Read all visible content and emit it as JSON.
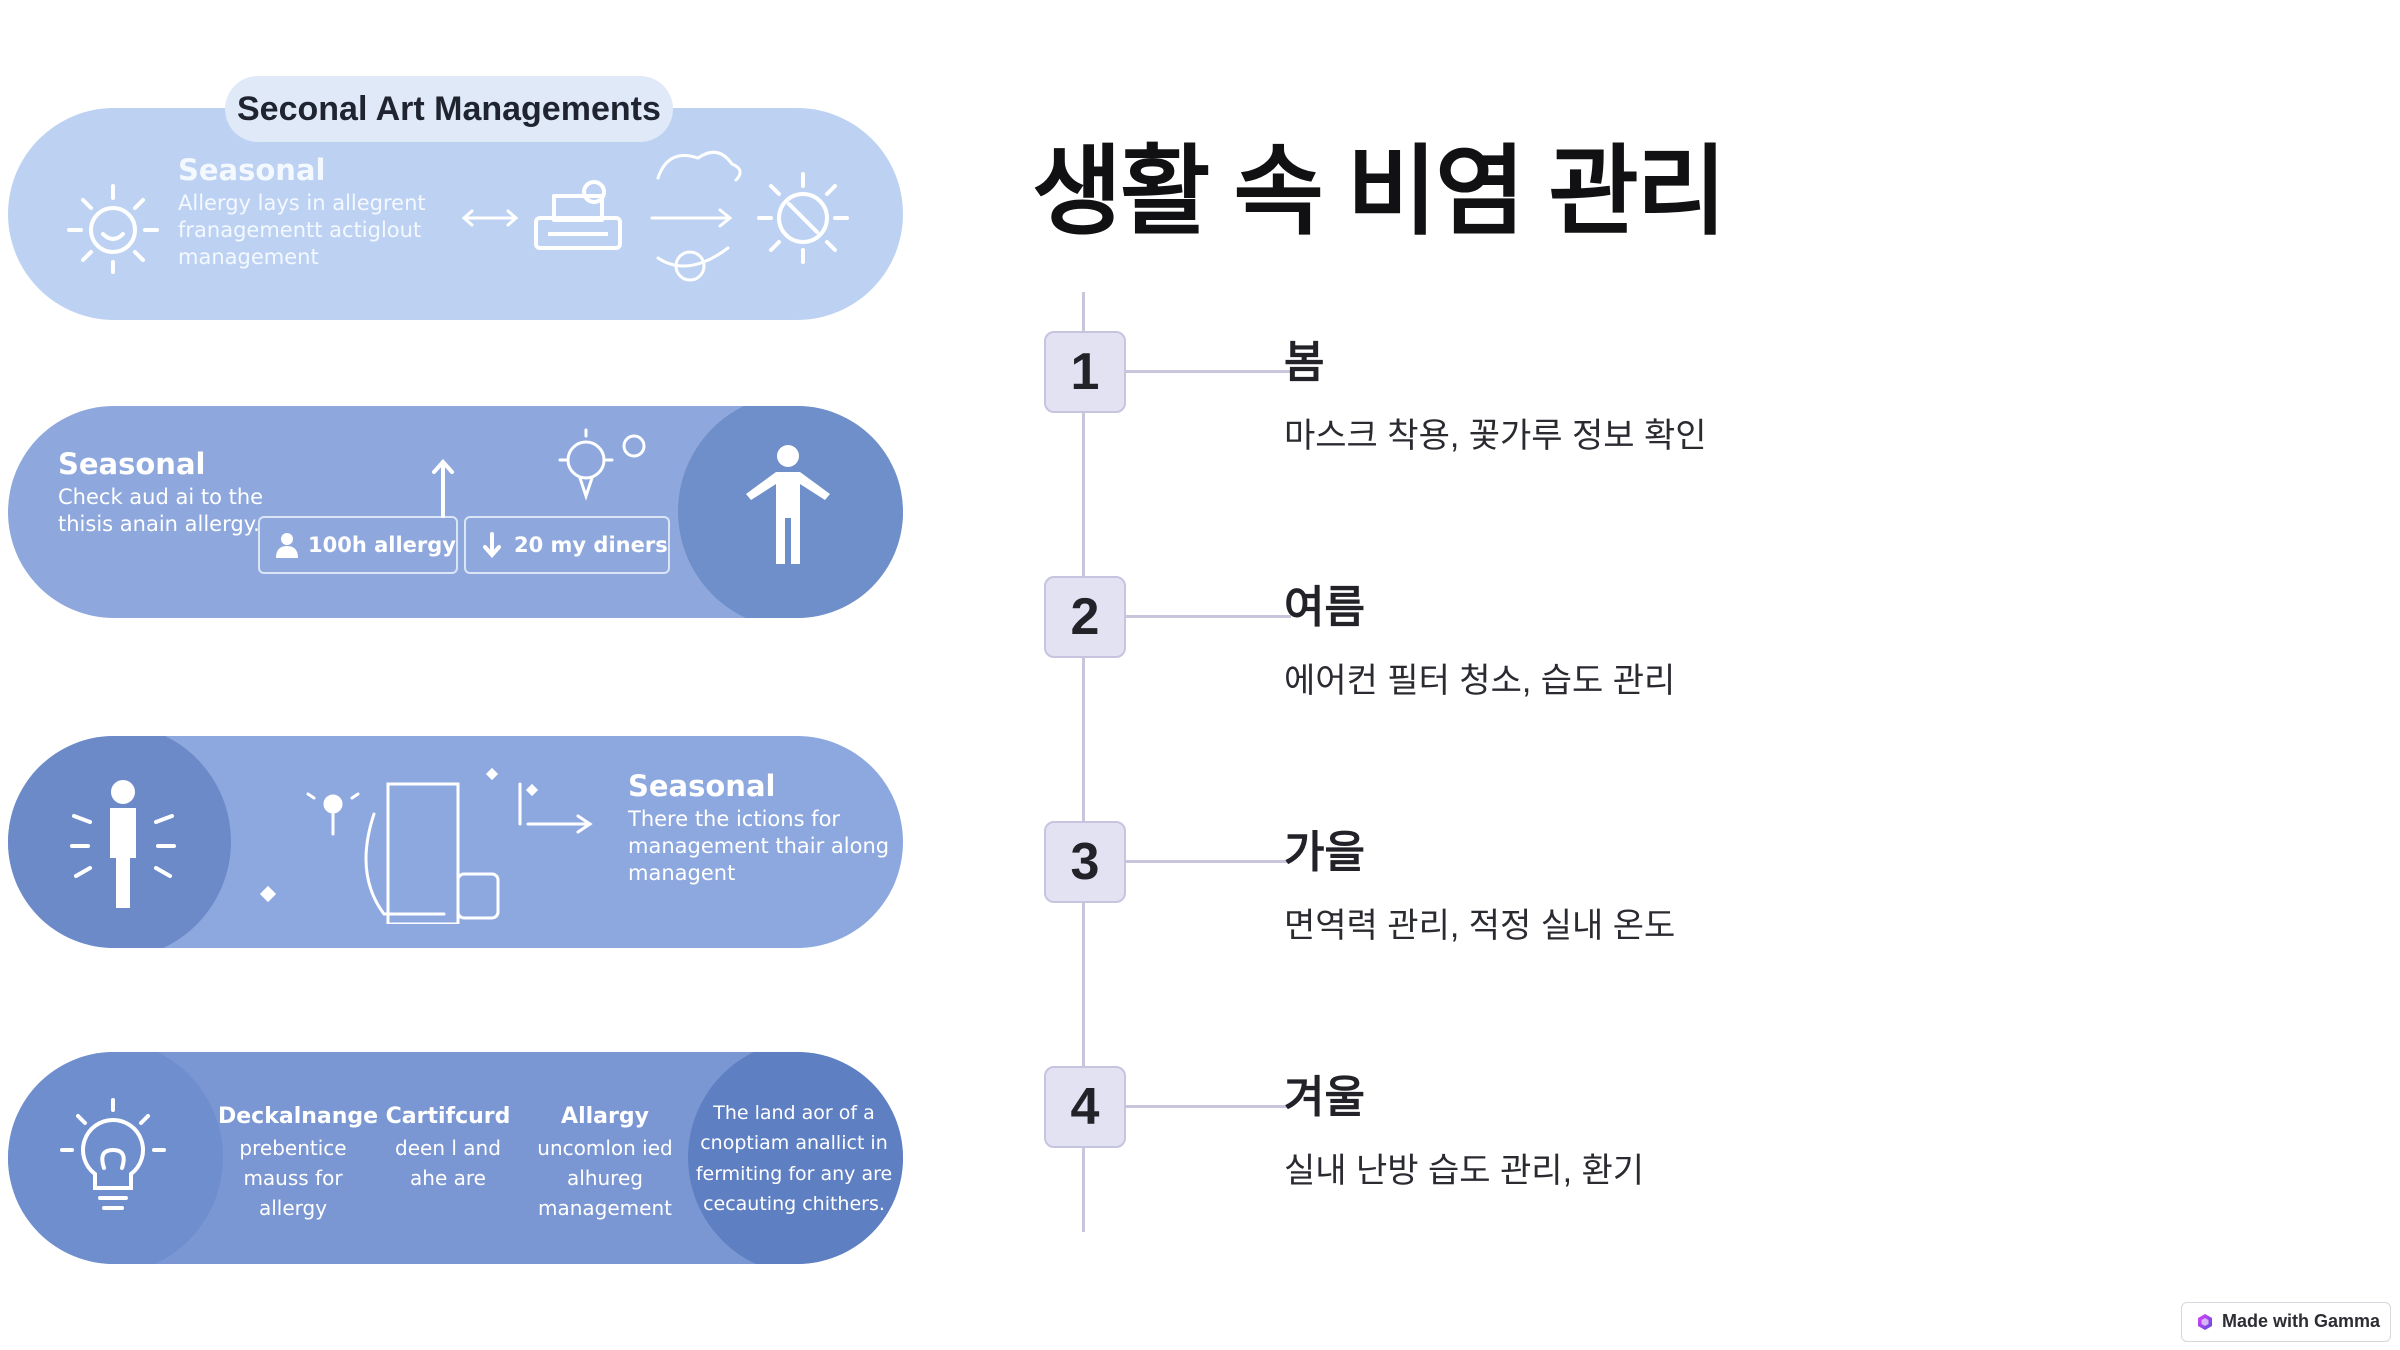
{
  "slide": {
    "title": "생활 속 비염 관리",
    "steps": [
      {
        "number": "1",
        "season": "봄",
        "description": "마스크 착용, 꽃가루 정보 확인"
      },
      {
        "number": "2",
        "season": "여름",
        "description": "에어컨 필터 청소, 습도 관리"
      },
      {
        "number": "3",
        "season": "가을",
        "description": "면역력 관리, 적정 실내 온도"
      },
      {
        "number": "4",
        "season": "겨울",
        "description": "실내 난방 습도 관리, 환기"
      }
    ]
  },
  "illustration": {
    "title": "Seconal Art Managements",
    "panel1": {
      "heading": "Seasonal",
      "lines": [
        "Allergy lays in allegrent",
        "franagementt actiglout",
        "management"
      ]
    },
    "panel2": {
      "heading": "Seasonal",
      "lines": [
        "Check aud ai to the",
        "thisis anain allergy."
      ],
      "chips": [
        "100h allergy",
        "20 my diners"
      ]
    },
    "panel3": {
      "heading": "Seasonal",
      "lines": [
        "There the ictions for",
        "management thair along",
        "managent"
      ]
    },
    "panel4": {
      "columns": [
        {
          "heading": "Deckalnange",
          "lines": [
            "prebentice",
            "mauss for",
            "allergy"
          ]
        },
        {
          "heading": "Cartifcurd",
          "lines": [
            "deen l and",
            "ahe are"
          ]
        },
        {
          "heading": "Allargy",
          "lines": [
            "uncomlon ied",
            "alhureg",
            "management"
          ]
        }
      ],
      "side_lines": [
        "The land aor of a",
        "cnoptiam anallict in",
        "fermiting for any are",
        "cecauting chithers."
      ]
    }
  },
  "badge": {
    "label": "Made with Gamma"
  },
  "colors": {
    "accent": "#c8c5dd",
    "step_bg": "#e3e2f3",
    "pill_light": "#bdd2f2",
    "pill_mid": "#8ea8dd",
    "pill_dark": "#7b97d3"
  },
  "icons": [
    "sun-icon",
    "printer-icon",
    "cloud-icon",
    "compass-icon",
    "person-icon",
    "lightbulb-icon",
    "arrow-up-icon",
    "arrow-right-icon",
    "arrow-down-icon",
    "user-icon",
    "gamma-logo-icon"
  ]
}
